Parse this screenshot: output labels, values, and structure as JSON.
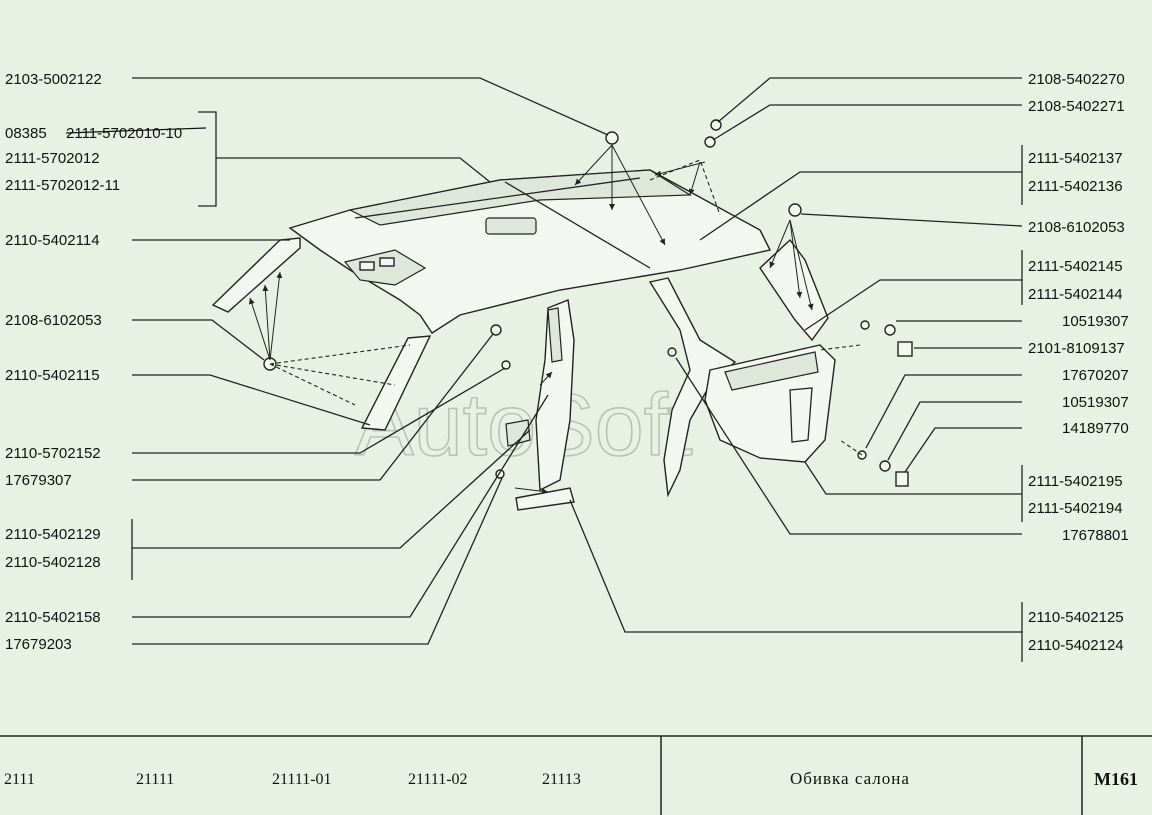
{
  "labels_left": {
    "l1": "2103-5002122",
    "l2a": "08385",
    "l2b": "2111-5702010-10",
    "l3": "2111-5702012",
    "l4": "2111-5702012-11",
    "l5": "2110-5402114",
    "l6": "2108-6102053",
    "l7": "2110-5402115",
    "l8": "2110-5702152",
    "l9": "17679307",
    "l10": "2110-5402129",
    "l11": "2110-5402128",
    "l12": "2110-5402158",
    "l13": "17679203"
  },
  "labels_right": {
    "r1": "2108-5402270",
    "r2": "2108-5402271",
    "r3": "2111-5402137",
    "r4": "2111-5402136",
    "r5": "2108-6102053",
    "r6": "2111-5402145",
    "r7": "2111-5402144",
    "r8": "10519307",
    "r9": "2101-8109137",
    "r10": "17670207",
    "r11": "10519307",
    "r12": "14189770",
    "r13": "2111-5402195",
    "r14": "2111-5402194",
    "r15": "17678801",
    "r16": "2110-5402125",
    "r17": "2110-5402124"
  },
  "watermark": "AutoSoft",
  "footer": {
    "models": [
      "2111",
      "21111",
      "21111-01",
      "21111-02",
      "21113"
    ],
    "title": "Обивка салона",
    "code": "M161"
  }
}
